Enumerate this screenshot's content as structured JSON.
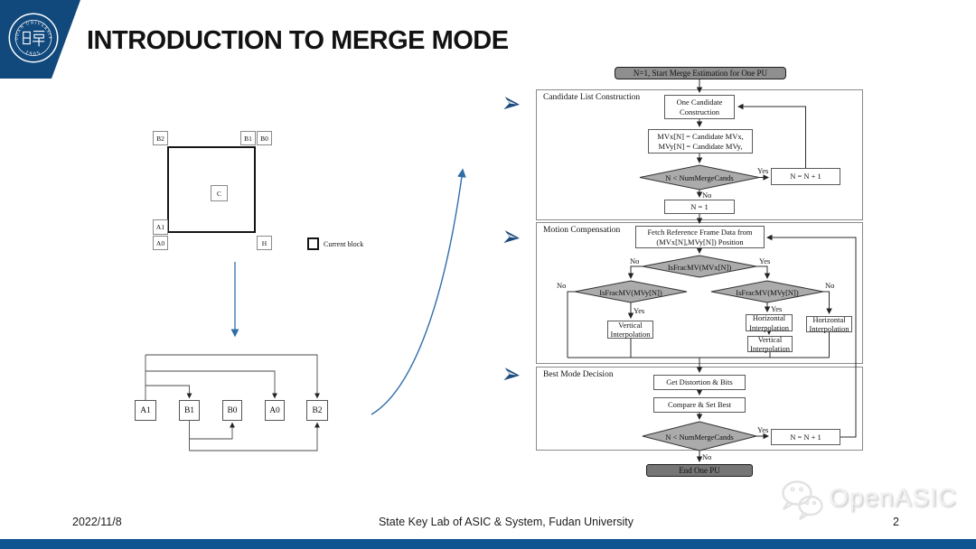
{
  "slide": {
    "title": "INTRODUCTION TO MERGE MODE",
    "footer": {
      "date": "2022/11/8",
      "center": "State Key Lab of ASIC & System, Fudan University",
      "page": "2"
    },
    "colors": {
      "sidebar_blue": "#11497D",
      "bottom_bar_blue": "#0E5591",
      "arrow_blue": "#2F6DA8",
      "diamond_gray": "#ABABAB",
      "start_gray": "#8F8F8F",
      "end_gray": "#767676"
    }
  },
  "logo": {
    "university": "FUDAN UNIVERSITY",
    "year": "1905"
  },
  "icons": {
    "bullet": "arrow-bullet-icon",
    "watermark": "wechat-bubbles-icon",
    "seal": "fudan-university-seal"
  },
  "watermark": {
    "text": "OpenASIC"
  },
  "neighbor_diagram": {
    "b2": "B2",
    "b1": "B1",
    "b0": "B0",
    "c": "C",
    "a1": "A1",
    "a0": "A0",
    "h": "H",
    "legend": "Current block"
  },
  "candidate_order": {
    "items": [
      "A1",
      "B1",
      "B0",
      "A0",
      "B2"
    ]
  },
  "flowchart": {
    "start": "N=1, Start Merge Estimation for One PU",
    "sections": {
      "s1": "Candidate List Construction",
      "s2": "Motion Compensation",
      "s3": "Best Mode Decision"
    },
    "nodes": {
      "one_candidate": "One Candidate\nConstruction",
      "mv_assign": "MVx[N] = Candidate MVx,\nMVy[N] = Candidate MVy,",
      "cond_merge1": "N < NumMergeCands",
      "inc1": "N = N + 1",
      "reset_n": "N = 1",
      "fetch": "Fetch Reference Frame Data from\n(MVx[N],MVy[N]) Position",
      "frac_x": "IsFracMV(MVx[N])",
      "frac_y_left": "IsFracMV(MVy[N])",
      "frac_y_right": "IsFracMV(MVy[N])",
      "vint_left": "Vertical\nInterpolation",
      "hint_mid": "Horizontal\nInterpolation",
      "vint_mid": "Vertical\nInterpolation",
      "hint_right": "Horizontal\nInterpolation",
      "distortion": "Get Distortion & Bits",
      "compare": "Compare & Set Best",
      "cond_merge2": "N < NumMergeCands",
      "inc2": "N = N + 1",
      "end": "End One PU"
    },
    "labels": {
      "yes": "Yes",
      "no": "No"
    }
  }
}
